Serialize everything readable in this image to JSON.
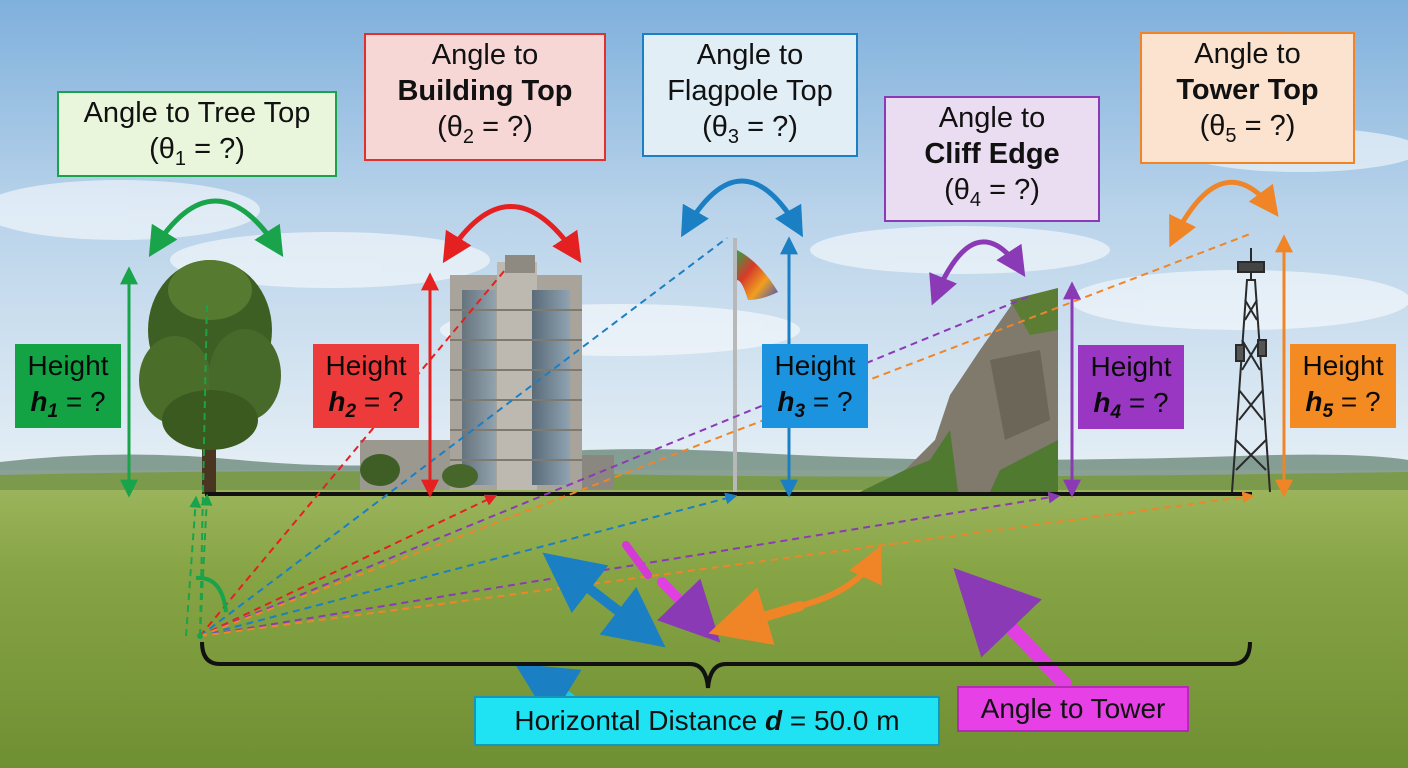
{
  "angles": [
    {
      "line1": "Angle to",
      "line2": "Tree Top",
      "symbol": "θ",
      "sub": "1",
      "tail": " = ?)",
      "color": "#19a34a"
    },
    {
      "line1": "Angle to",
      "line2": "Building Top",
      "symbol": "θ",
      "sub": "2",
      "tail": " = ?)",
      "color": "#e03030"
    },
    {
      "line1": "Angle to",
      "line2": "Flagpole Top",
      "symbol": "θ",
      "sub": "3",
      "tail": " = ?)",
      "color": "#1b7fc4"
    },
    {
      "line1": "Angle to",
      "line2": "Cliff Edge",
      "symbol": "θ",
      "sub": "4",
      "tail": " = ?)",
      "color": "#8b3ab6"
    },
    {
      "line1": "Angle to",
      "line2": "Tower Top",
      "symbol": "θ",
      "sub": "5",
      "tail": " = ?)",
      "color": "#f08528"
    }
  ],
  "heights": [
    {
      "word": "Height",
      "var": "h",
      "sub": "1",
      "tail": " = ?"
    },
    {
      "word": "Height",
      "var": "h",
      "sub": "2",
      "tail": " = ?"
    },
    {
      "word": "Height",
      "var": "h",
      "sub": "3",
      "tail": " = ?"
    },
    {
      "word": "Height",
      "var": "h",
      "sub": "4",
      "tail": " = ?"
    },
    {
      "word": "Height",
      "var": "h",
      "sub": "5",
      "tail": " = ?"
    }
  ],
  "distance": {
    "prefix": "Horizontal Distance ",
    "var": "d",
    "suffix": " = 50.0 m",
    "color": "#1fe3f2"
  },
  "tower_label": {
    "text": "Angle to Tower",
    "color": "#e640e6"
  }
}
